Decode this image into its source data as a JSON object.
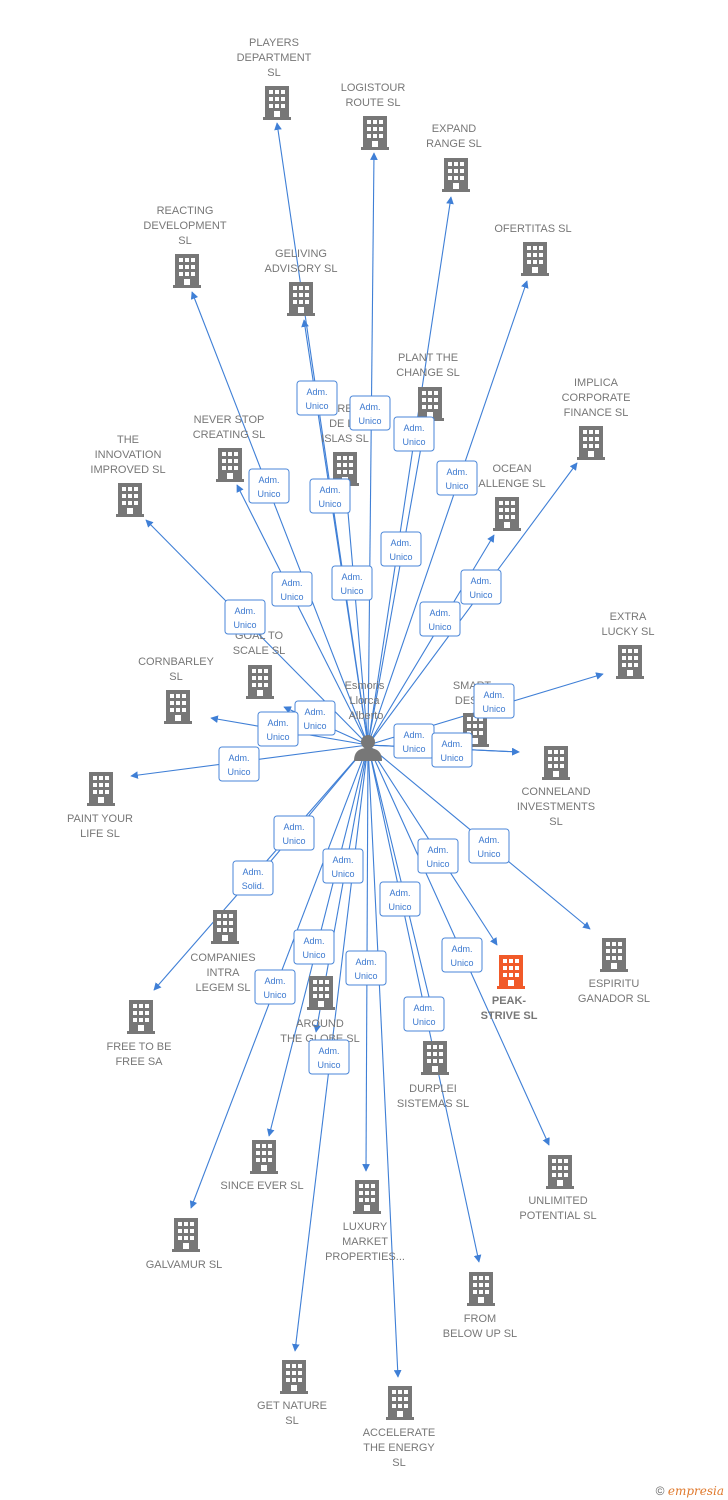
{
  "center": {
    "lines": [
      "Esmoris",
      "Llorca",
      "Alberto"
    ]
  },
  "colors": {
    "edge": "#3f7fd6",
    "building": "#777777",
    "highlight": "#f15a29",
    "role_text": "#3b78cf"
  },
  "nodes": [
    {
      "id": "players",
      "lines": [
        "PLAYERS",
        "DEPARTMENT",
        "SL"
      ]
    },
    {
      "id": "logistour",
      "lines": [
        "LOGISTOUR",
        "ROUTE  SL"
      ]
    },
    {
      "id": "expand",
      "lines": [
        "EXPAND",
        "RANGE  SL"
      ]
    },
    {
      "id": "reacting",
      "lines": [
        "REACTING",
        "DEVELOPMENT",
        "SL"
      ]
    },
    {
      "id": "geliving",
      "lines": [
        "GELIVING",
        "ADVISORY  SL"
      ]
    },
    {
      "id": "ofertitas",
      "lines": [
        "OFERTITAS  SL"
      ]
    },
    {
      "id": "plant",
      "lines": [
        "PLANT THE",
        "CHANGE  SL"
      ]
    },
    {
      "id": "implica",
      "lines": [
        "IMPLICA",
        "CORPORATE",
        "FINANCE  SL"
      ]
    },
    {
      "id": "islas",
      "lines": [
        "RE",
        "DE LA",
        "ISLAS  SL"
      ]
    },
    {
      "id": "neverstop",
      "lines": [
        "NEVER STOP",
        "CREATING  SL"
      ]
    },
    {
      "id": "innovation",
      "lines": [
        "THE",
        "INNOVATION",
        "IMPROVED  SL"
      ]
    },
    {
      "id": "ocean",
      "lines": [
        "OCEAN",
        "ALLENGE  SL"
      ]
    },
    {
      "id": "extra",
      "lines": [
        "EXTRA",
        "LUCKY  SL"
      ]
    },
    {
      "id": "goal",
      "lines": [
        "GOAL TO",
        "SCALE  SL"
      ]
    },
    {
      "id": "cornbarley",
      "lines": [
        "CORNBARLEY",
        "SL"
      ]
    },
    {
      "id": "smart",
      "lines": [
        "SMART",
        "DESIG"
      ]
    },
    {
      "id": "conneland",
      "lines": [
        "CONNELAND",
        "INVESTMENTS",
        "SL"
      ]
    },
    {
      "id": "paint",
      "lines": [
        "PAINT YOUR",
        "LIFE  SL"
      ]
    },
    {
      "id": "espiritu",
      "lines": [
        "ESPIRITU",
        "GANADOR SL"
      ]
    },
    {
      "id": "peak",
      "lines": [
        "PEAK-",
        "STRIVE  SL"
      ],
      "highlight": true
    },
    {
      "id": "companies",
      "lines": [
        "COMPANIES",
        "INTRA",
        "LEGEM SL"
      ]
    },
    {
      "id": "free",
      "lines": [
        "FREE TO BE",
        "FREE SA"
      ]
    },
    {
      "id": "around",
      "lines": [
        "AROUND",
        "THE GLOBE  SL"
      ]
    },
    {
      "id": "durplei",
      "lines": [
        "DURPLEI",
        "SISTEMAS  SL"
      ]
    },
    {
      "id": "since",
      "lines": [
        "SINCE EVER  SL"
      ]
    },
    {
      "id": "unlimited",
      "lines": [
        "UNLIMITED",
        "POTENTIAL  SL"
      ]
    },
    {
      "id": "galvamur",
      "lines": [
        "GALVAMUR  SL"
      ]
    },
    {
      "id": "luxury",
      "lines": [
        "LUXURY",
        "MARKET",
        "PROPERTIES..."
      ]
    },
    {
      "id": "frombelow",
      "lines": [
        "FROM",
        "BELOW UP  SL"
      ]
    },
    {
      "id": "getnature",
      "lines": [
        "GET NATURE",
        "SL"
      ]
    },
    {
      "id": "accelerate",
      "lines": [
        "ACCELERATE",
        "THE ENERGY",
        "SL"
      ]
    }
  ],
  "roles": [
    {
      "lines": [
        "Adm.",
        "Unico"
      ]
    },
    {
      "lines": [
        "Adm.",
        "Unico"
      ]
    },
    {
      "lines": [
        "Adm.",
        "Unico"
      ]
    },
    {
      "lines": [
        "Adm.",
        "Unico"
      ]
    },
    {
      "lines": [
        "Adm.",
        "Unico"
      ]
    },
    {
      "lines": [
        "Adm.",
        "Unico"
      ]
    },
    {
      "lines": [
        "Adm.",
        "Unico"
      ]
    },
    {
      "lines": [
        "Adm.",
        "Unico"
      ]
    },
    {
      "lines": [
        "Adm.",
        "Unico"
      ]
    },
    {
      "lines": [
        "Adm.",
        "Unico"
      ]
    },
    {
      "lines": [
        "Adm.",
        "Unico"
      ]
    },
    {
      "lines": [
        "Adm.",
        "Unico"
      ]
    },
    {
      "lines": [
        "Adm.",
        "Unico"
      ]
    },
    {
      "lines": [
        "Adm.",
        "Unico"
      ]
    },
    {
      "lines": [
        "Adm.",
        "Unico"
      ]
    },
    {
      "lines": [
        "Adm.",
        "Unico"
      ]
    },
    {
      "lines": [
        "Adm.",
        "Unico"
      ]
    },
    {
      "lines": [
        "Adm.",
        "Unico"
      ]
    },
    {
      "lines": [
        "Adm.",
        "Unico"
      ]
    },
    {
      "lines": [
        "Adm.",
        "Solid."
      ]
    },
    {
      "lines": [
        "Adm.",
        "Unico"
      ]
    },
    {
      "lines": [
        "Adm.",
        "Unico"
      ]
    },
    {
      "lines": [
        "Adm.",
        "Unico"
      ]
    },
    {
      "lines": [
        "Adm.",
        "Unico"
      ]
    },
    {
      "lines": [
        "Adm.",
        "Unico"
      ]
    },
    {
      "lines": [
        "Adm.",
        "Unico"
      ]
    },
    {
      "lines": [
        "Adm.",
        "Unico"
      ]
    },
    {
      "lines": [
        "Adm.",
        "Unico"
      ]
    },
    {
      "lines": [
        "Adm.",
        "Unico"
      ]
    },
    {
      "lines": [
        "Adm.",
        "Unico"
      ]
    }
  ],
  "footer": {
    "copyright": "©",
    "brand": "empresia"
  }
}
